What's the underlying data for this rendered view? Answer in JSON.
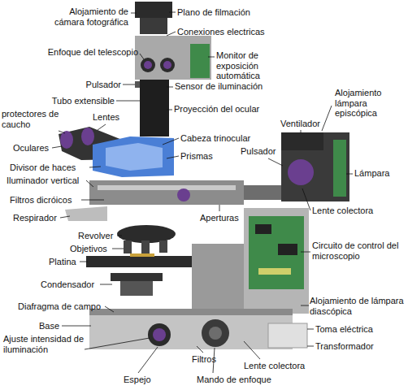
{
  "diagram": {
    "labels": [
      "Alojamiento de cámara fotográfica",
      "Plano de filmación",
      "Conexiones electricas",
      "Enfoque del telescopio",
      "Monitor de exposición automática",
      "Pulsador",
      "Sensor de iluminación",
      "Tubo extensible",
      "Proyección del ocular",
      "Alojamiento lámpara episcópica",
      "protectores de caucho",
      "Lentes",
      "Ventilador",
      "Cabeza trinocular",
      "Oculares",
      "Prismas",
      "Pulsador",
      "Divisor de haces",
      "Lámpara",
      "Iluminador vertical",
      "Filtros dicróicos",
      "Lente colectora",
      "Aperturas",
      "Respirador",
      "Revolver",
      "Objetivos",
      "Circuito de control del microscopio",
      "Platina",
      "Condensador",
      "Diafragma de campo",
      "Alojamiento de lámpara diascópica",
      "Base",
      "Toma eléctrica",
      "Ajuste intensidad de iluminación",
      "Transformador",
      "Filtros",
      "Lente colectora",
      "Espejo",
      "Mando de enfoque"
    ]
  }
}
